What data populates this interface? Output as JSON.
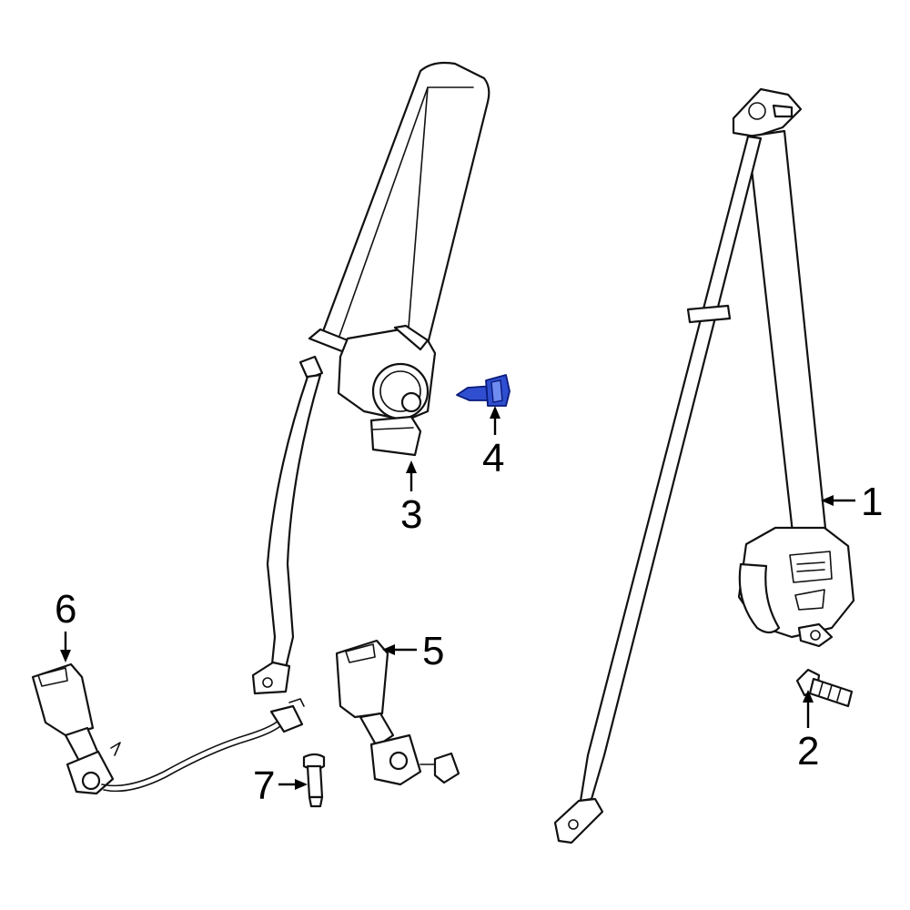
{
  "callouts": {
    "c1": "1",
    "c2": "2",
    "c3": "3",
    "c4": "4",
    "c5": "5",
    "c6": "6",
    "c7": "7"
  },
  "highlight_color": "#2f4fd0",
  "highlighted_part": "4"
}
